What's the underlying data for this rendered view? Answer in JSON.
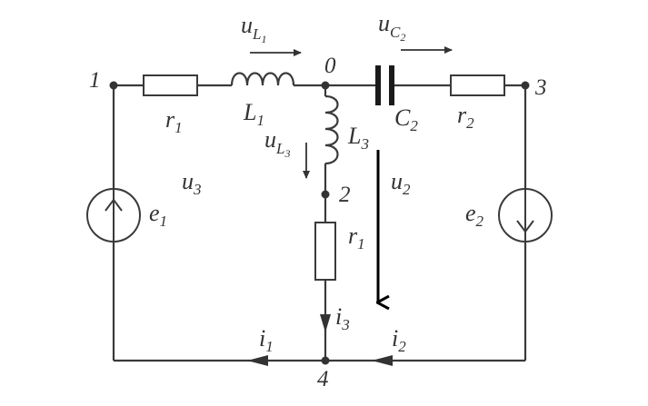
{
  "circuit": {
    "nodes": {
      "n1": "1",
      "n0": "0",
      "n3": "3",
      "n2": "2",
      "n4": "4"
    },
    "components": {
      "r1_left": {
        "symbol": "r",
        "sub": "1"
      },
      "L1": {
        "symbol": "L",
        "sub": "1"
      },
      "C2": {
        "symbol": "C",
        "sub": "2"
      },
      "r2": {
        "symbol": "r",
        "sub": "2"
      },
      "L3": {
        "symbol": "L",
        "sub": "3"
      },
      "r1_mid": {
        "symbol": "r",
        "sub": "1"
      },
      "e1": {
        "symbol": "e",
        "sub": "1"
      },
      "e2": {
        "symbol": "e",
        "sub": "2"
      }
    },
    "voltages": {
      "uL1": {
        "symbol": "u",
        "sub": "L",
        "subsub": "1"
      },
      "uC2": {
        "symbol": "u",
        "sub": "C",
        "subsub": "2"
      },
      "uL3": {
        "symbol": "u",
        "sub": "L",
        "subsub": "3"
      },
      "u3": {
        "symbol": "u",
        "sub": "3"
      },
      "u2": {
        "symbol": "u",
        "sub": "2"
      }
    },
    "currents": {
      "i1": {
        "symbol": "i",
        "sub": "1"
      },
      "i2": {
        "symbol": "i",
        "sub": "2"
      },
      "i3": {
        "symbol": "i",
        "sub": "3"
      }
    }
  }
}
